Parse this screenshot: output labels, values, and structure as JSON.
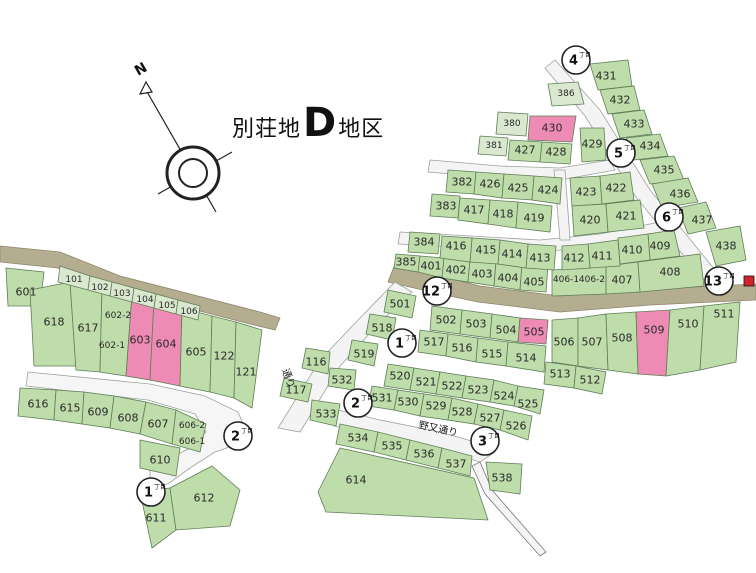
{
  "title": {
    "prefix": "別荘地",
    "letter": "D",
    "suffix": "地区"
  },
  "colors": {
    "lot": "#bfdcab",
    "lot_highlight": "#ee8bb4",
    "main_road": "#b4ad8f",
    "background": "#ffffff"
  },
  "compass": {
    "icon": "north-arrow-compass-icon",
    "north_glyph": "N"
  },
  "street_labels": {
    "nomata": "野又通り",
    "vertical": "通り"
  },
  "chome_markers": [
    {
      "id": "south-1",
      "num": "1",
      "suffix": "丁目"
    },
    {
      "id": "south-2",
      "num": "2",
      "suffix": "丁目"
    },
    {
      "id": "central-1",
      "num": "1",
      "suffix": "丁目"
    },
    {
      "id": "central-2",
      "num": "2",
      "suffix": "丁目"
    },
    {
      "id": "central-3",
      "num": "3",
      "suffix": "丁目"
    },
    {
      "id": "north-4",
      "num": "4",
      "suffix": "丁目"
    },
    {
      "id": "north-5",
      "num": "5",
      "suffix": "丁目"
    },
    {
      "id": "north-6",
      "num": "6",
      "suffix": "丁目"
    },
    {
      "id": "north-12",
      "num": "12",
      "suffix": "丁目"
    },
    {
      "id": "east-13",
      "num": "13",
      "suffix": "丁目"
    }
  ],
  "lots": [
    "601",
    "618",
    "617",
    "602-2",
    "602-1",
    "603",
    "604",
    "605",
    "122",
    "121",
    "101",
    "102",
    "103",
    "104",
    "105",
    "106",
    "616",
    "615",
    "609",
    "608",
    "607",
    "606-2",
    "606-1",
    "610",
    "611",
    "612",
    "116",
    "117",
    "532",
    "533",
    "534",
    "535",
    "536",
    "537",
    "538",
    "614",
    "501",
    "502",
    "503",
    "504",
    "505",
    "506",
    "507",
    "508",
    "509",
    "510",
    "511",
    "513",
    "514",
    "515",
    "516",
    "517",
    "512",
    "518",
    "519",
    "520",
    "521",
    "522",
    "523",
    "524",
    "525",
    "526",
    "527",
    "528",
    "529",
    "530",
    "531",
    "384",
    "385",
    "401",
    "402",
    "403",
    "404",
    "405",
    "406-1",
    "406-2",
    "407",
    "408",
    "409",
    "410",
    "411",
    "412",
    "413",
    "414",
    "415",
    "416",
    "382",
    "383",
    "417",
    "418",
    "419",
    "420",
    "421",
    "422",
    "423",
    "424",
    "425",
    "426",
    "427",
    "428",
    "429",
    "430",
    "431",
    "432",
    "433",
    "434",
    "435",
    "436",
    "437",
    "438",
    "386",
    "380",
    "381"
  ]
}
